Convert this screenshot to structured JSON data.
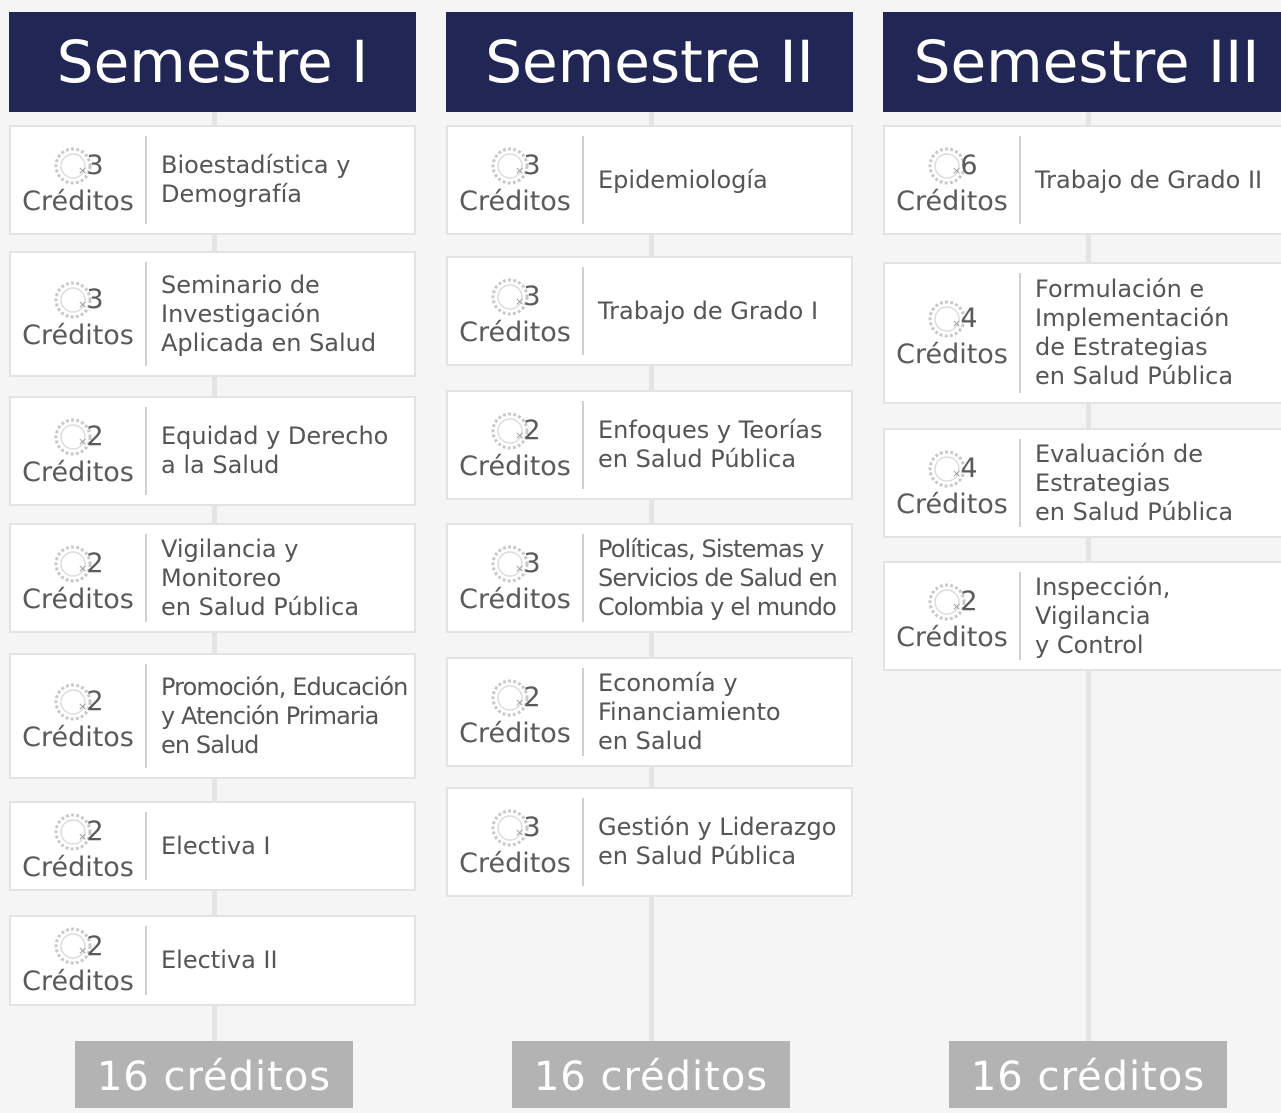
{
  "credit_word": "Créditos",
  "semesters": [
    {
      "title": "Semestre I",
      "total": "16 créditos",
      "courses": [
        {
          "credits": "3",
          "name": "Bioestadística y\nDemografía"
        },
        {
          "credits": "3",
          "name": "Seminario de\nInvestigación\nAplicada en Salud"
        },
        {
          "credits": "2",
          "name": "Equidad y Derecho\na la Salud"
        },
        {
          "credits": "2",
          "name": "Vigilancia y\nMonitoreo\nen Salud Pública"
        },
        {
          "credits": "2",
          "name": "Promoción, Educación\ny Atención Primaria\nen Salud"
        },
        {
          "credits": "2",
          "name": "Electiva I"
        },
        {
          "credits": "2",
          "name": "Electiva II"
        }
      ]
    },
    {
      "title": "Semestre II",
      "total": "16 créditos",
      "courses": [
        {
          "credits": "3",
          "name": "Epidemiología"
        },
        {
          "credits": "3",
          "name": "Trabajo de Grado I"
        },
        {
          "credits": "2",
          "name": "Enfoques y Teorías\nen Salud Pública"
        },
        {
          "credits": "3",
          "name": "Políticas, Sistemas y\nServicios de Salud en\nColombia y el mundo"
        },
        {
          "credits": "2",
          "name": "Economía y\nFinanciamiento\nen Salud"
        },
        {
          "credits": "3",
          "name": "Gestión y Liderazgo\nen Salud Pública"
        }
      ]
    },
    {
      "title": "Semestre III",
      "total": "16 créditos",
      "courses": [
        {
          "credits": "6",
          "name": "Trabajo de Grado II"
        },
        {
          "credits": "4",
          "name": "Formulación e\nImplementación\nde Estrategias\nen Salud Pública"
        },
        {
          "credits": "4",
          "name": "Evaluación de\nEstrategias\nen Salud Pública"
        },
        {
          "credits": "2",
          "name": "Inspección,\nVigilancia\ny Control"
        }
      ]
    }
  ]
}
